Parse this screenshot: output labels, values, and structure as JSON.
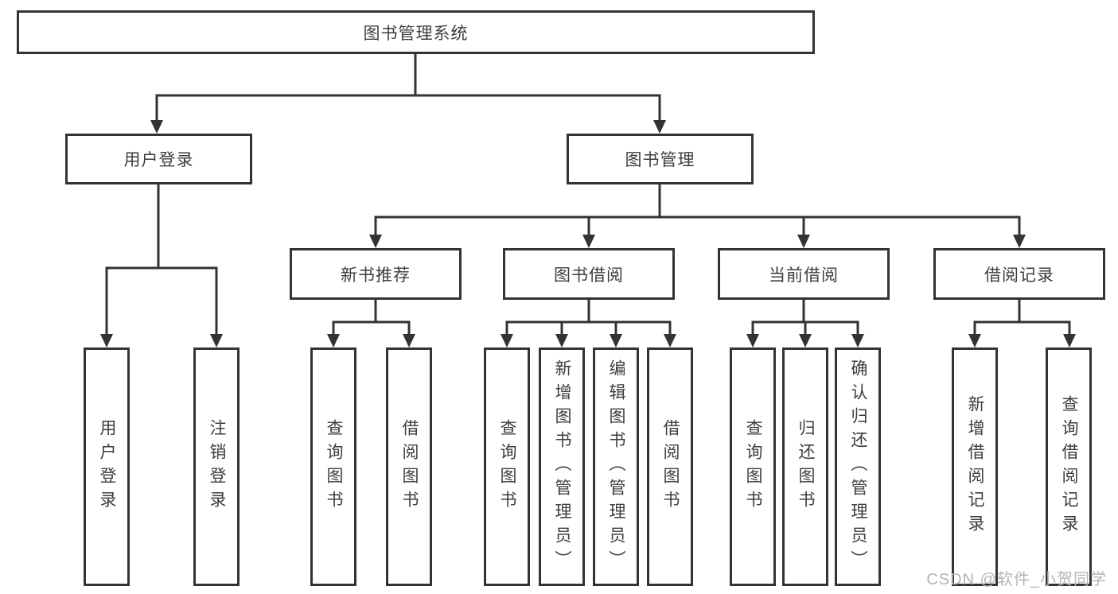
{
  "diagram_title": "图书管理系统",
  "tree": {
    "label": "图书管理系统",
    "children": [
      {
        "label": "用户登录",
        "children": [
          {
            "label": "用户登录"
          },
          {
            "label": "注销登录"
          }
        ]
      },
      {
        "label": "图书管理",
        "children": [
          {
            "label": "新书推荐",
            "children": [
              {
                "label": "查询图书"
              },
              {
                "label": "借阅图书"
              }
            ]
          },
          {
            "label": "图书借阅",
            "children": [
              {
                "label": "查询图书"
              },
              {
                "label": "新增图书（管理员）"
              },
              {
                "label": "编辑图书（管理员）"
              },
              {
                "label": "借阅图书"
              }
            ]
          },
          {
            "label": "当前借阅",
            "children": [
              {
                "label": "查询图书"
              },
              {
                "label": "归还图书"
              },
              {
                "label": "确认归还（管理员）"
              }
            ]
          },
          {
            "label": "借阅记录",
            "children": [
              {
                "label": "新增借阅记录"
              },
              {
                "label": "查询借阅记录"
              }
            ]
          }
        ]
      }
    ]
  },
  "watermark": {
    "text": "CSDN @软件_小贺同学"
  },
  "colors": {
    "line": "#333333",
    "box_border": "#333333",
    "box_background": "#ffffff",
    "text": "#3d3d3d",
    "watermark_text": "#b5b5b5",
    "page_background": "#ffffff"
  }
}
